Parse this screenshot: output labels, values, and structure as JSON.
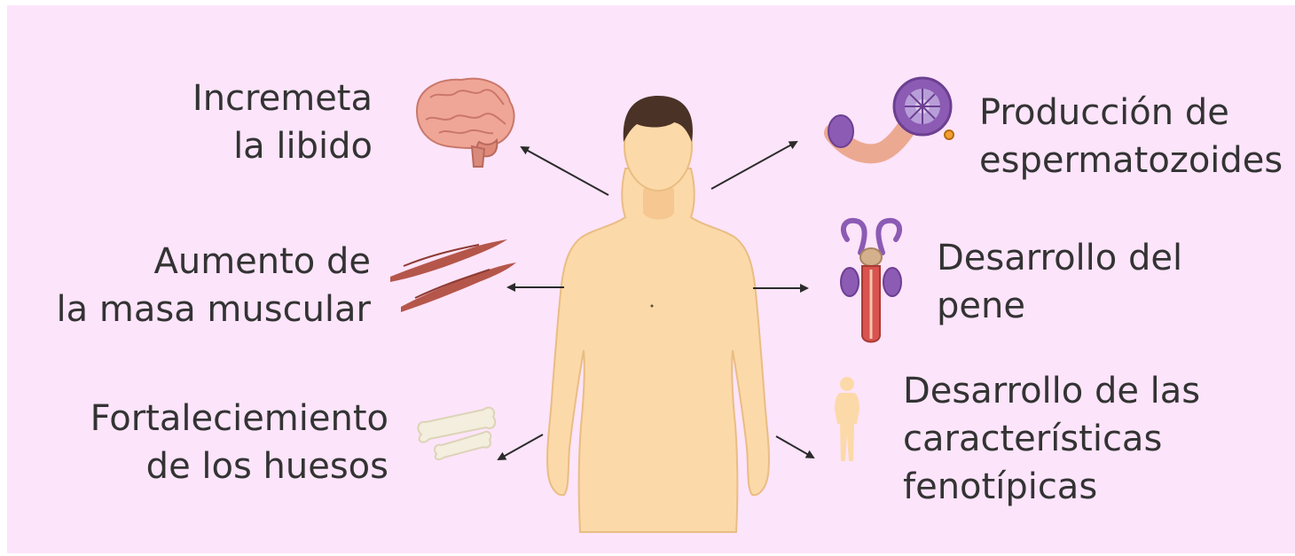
{
  "labels": {
    "libido": [
      "Incremeta",
      "la libido"
    ],
    "muscle": [
      "Aumento de",
      "la masa muscular"
    ],
    "bones": [
      "Fortaleciemiento",
      "de los huesos"
    ],
    "sperm": [
      "Producción de",
      "espermatozoides"
    ],
    "penis": [
      "Desarrollo del",
      "pene"
    ],
    "phenotype": [
      "Desarrollo de las",
      "características",
      "fenotípicas"
    ]
  },
  "colors": {
    "background": "#fce4fa",
    "skin": "#fcd9a8",
    "skin_outline": "#5a4a3a",
    "hair": "#4a3226",
    "brain": "#f0a696",
    "muscle": "#b5564a",
    "bone": "#f3eedd",
    "testis_purple": "#8c5bb4",
    "penis_red": "#d9534f",
    "arrow": "#2b2b2b"
  },
  "icons": {
    "brain": "brain-icon",
    "muscle": "muscle-fiber-icon",
    "bones": "bone-icon",
    "sperm": "seminiferous-tubule-icon",
    "penis": "male-reproductive-organ-icon",
    "phenotype": "human-figure-icon"
  }
}
